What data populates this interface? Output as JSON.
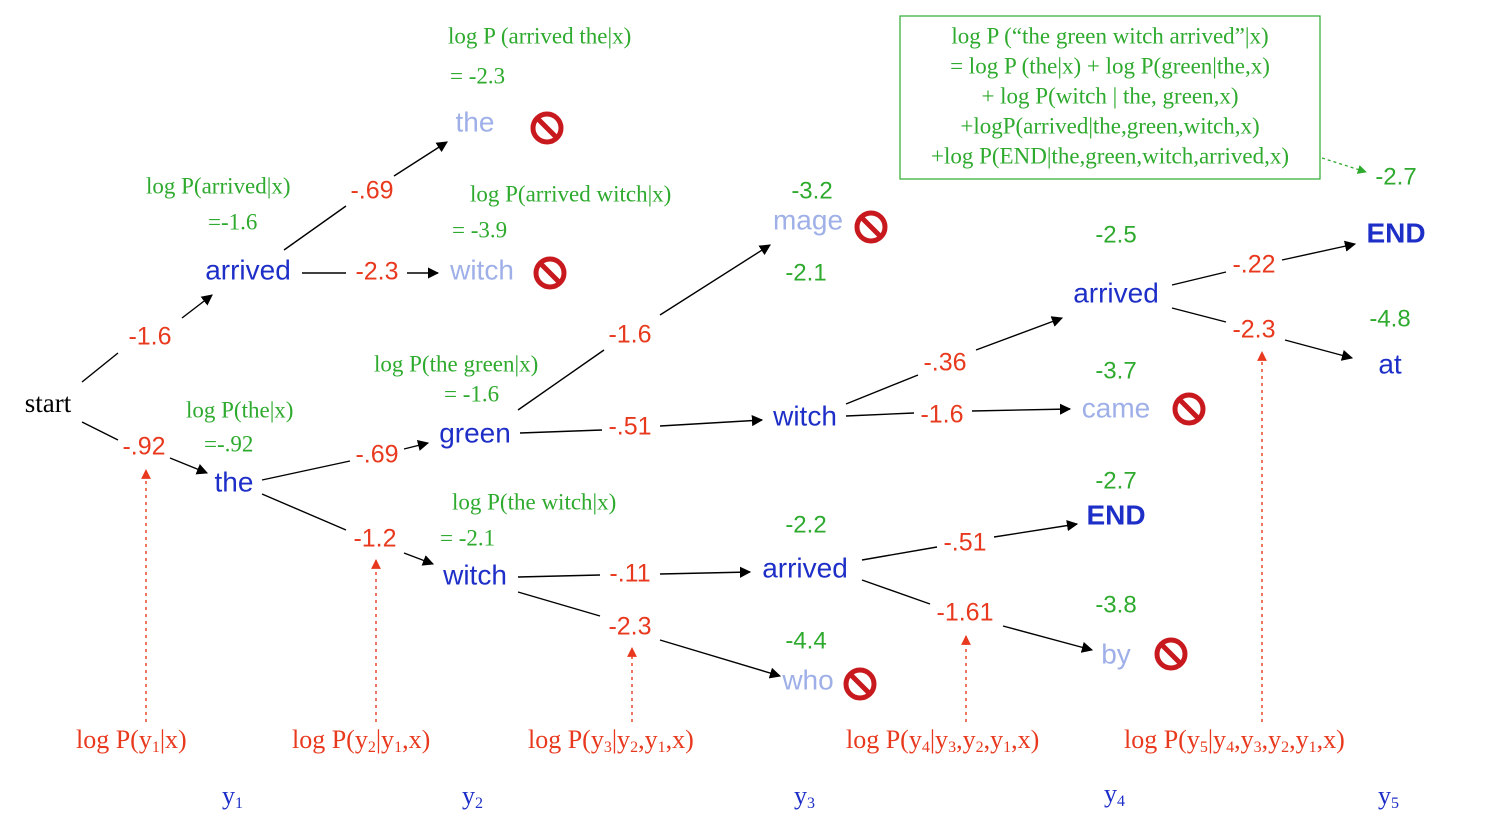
{
  "nodes": {
    "start": "start",
    "arrived1": "arrived",
    "the1": "the",
    "the2_pruned": "the",
    "witch2_pruned": "witch",
    "green": "green",
    "witch2": "witch",
    "mage": "mage",
    "witch3": "witch",
    "arrived3": "arrived",
    "who": "who",
    "arrived4": "arrived",
    "came": "came",
    "end4": "END",
    "by": "by",
    "end5": "END",
    "at": "at"
  },
  "edges": {
    "start_arrived": "-1.6",
    "start_the": "-.92",
    "arrived_the": "-.69",
    "arrived_witch": "-2.3",
    "the_green": "-.69",
    "the_witch": "-1.2",
    "green_mage": "-1.6",
    "green_witch": "-.51",
    "witch_arrived": "-.11",
    "witch_who": "-2.3",
    "witch3_arrived": "-.36",
    "witch3_came": "-1.6",
    "arrived3_end": "-.51",
    "arrived3_by": "-1.61",
    "arrived4_end": "-.22",
    "arrived4_at": "-2.3"
  },
  "scores": {
    "mage": "-3.2",
    "green_step": "-2.1",
    "arrived4": "-2.5",
    "end5": "-2.7",
    "at": "-4.8",
    "came": "-3.7",
    "end4": "-2.7",
    "arrived3": "-2.2",
    "by": "-3.8",
    "who": "-4.4"
  },
  "annotations": {
    "arrived_the_l1": "log P (arrived the|x)",
    "arrived_the_l2": "= -2.3",
    "arrived_l1": "log P(arrived|x)",
    "arrived_l2": "=-1.6",
    "arrived_witch_l1": "log P(arrived witch|x)",
    "arrived_witch_l2": "= -3.9",
    "the_green_l1": "log P(the green|x)",
    "the_green_l2": "= -1.6",
    "the_l1": "log P(the|x)",
    "the_l2": "=-.92",
    "the_witch_l1": "log P(the witch|x)",
    "the_witch_l2": "= -2.1"
  },
  "formula_box": {
    "lines": [
      "log P (“the green witch arrived”|x)",
      "= log P (the|x) + log P(green|the,x)",
      "+ log P(witch | the, green,x)",
      "+logP(arrived|the,green,witch,x)",
      "+log P(END|the,green,witch,arrived,x)"
    ]
  },
  "step_labels": [
    {
      "main": "log P(y",
      "sub1": "1",
      "rest": "|x)"
    },
    {
      "main": "log P(y",
      "sub1": "2",
      "rest": "|y",
      "sub2": "1",
      "tail": ",x)"
    },
    {
      "main": "log P(y",
      "sub1": "3",
      "rest": "|y",
      "sub2": "2",
      "mid": ",y",
      "sub3": "1",
      "tail": ",x)"
    },
    {
      "main": "log P(y",
      "sub1": "4",
      "rest": "|y",
      "sub2": "3",
      "mid": ",y",
      "sub3": "2",
      "mid2": ",y",
      "sub4": "1",
      "tail": ",x)"
    },
    {
      "main": "log P(y",
      "sub1": "5",
      "rest": "|y",
      "sub2": "4",
      "mid": ",y",
      "sub3": "3",
      "mid2": ",y",
      "sub4": "2",
      "mid3": ",y",
      "sub5": "1",
      "tail": ",x)"
    }
  ],
  "timesteps": [
    {
      "y": "y",
      "sub": "1"
    },
    {
      "y": "y",
      "sub": "2"
    },
    {
      "y": "y",
      "sub": "3"
    },
    {
      "y": "y",
      "sub": "4"
    },
    {
      "y": "y",
      "sub": "5"
    }
  ],
  "colors": {
    "edge": "#e8391e",
    "score": "#2eaa2e",
    "live_node": "#1e2fc8",
    "pruned_node": "#9fb0e8",
    "prune_icon": "#c8191e"
  },
  "icons": {
    "prune": "prohibited-icon"
  }
}
